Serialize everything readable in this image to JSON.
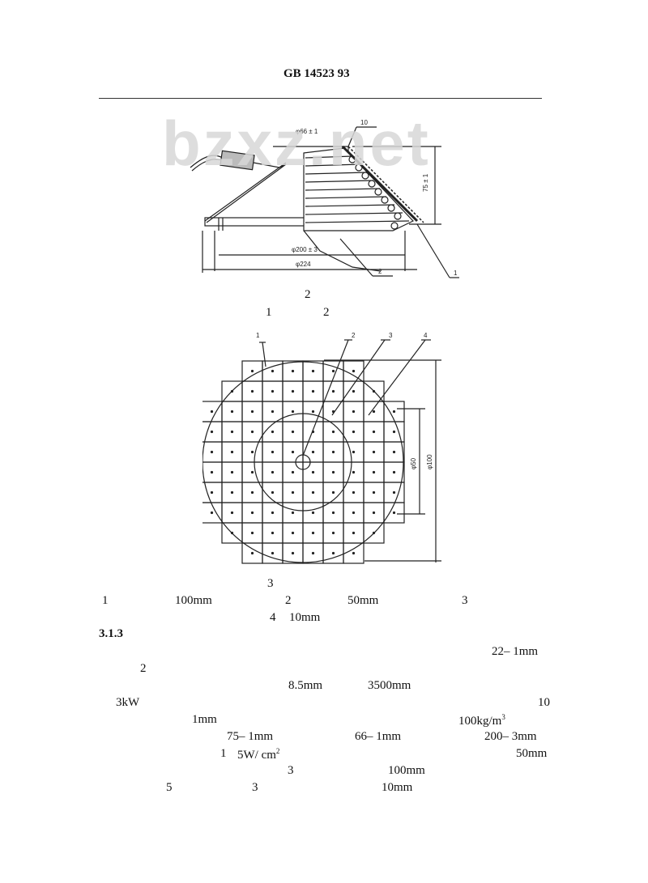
{
  "header": {
    "title": "GB 14523    93"
  },
  "watermark": "bzxz.net",
  "figure2": {
    "dim_top": "φ66 ± 1",
    "label_10": "10",
    "dim_height": "75 ± 1",
    "dim_d200": "φ200 ± 3",
    "dim_d224": "φ224",
    "label_2": "2",
    "label_1": "1",
    "caption_num": "2",
    "legend_1": "1",
    "legend_2": "2"
  },
  "figure3": {
    "callouts": [
      "1",
      "2",
      "3",
      "4"
    ],
    "dim_50": "φ50",
    "dim_100": "φ100",
    "caption_num": "3",
    "legend": [
      "1",
      "100mm",
      "2",
      "50mm",
      "3",
      "4",
      "10mm"
    ]
  },
  "section": {
    "number": "3.1.3",
    "lines": {
      "l1": "22– 1mm",
      "l2": "2",
      "l3a": "8.5mm",
      "l3b": "3500mm",
      "l4a": "3kW",
      "l4b": "10",
      "l5a": "1mm",
      "l5b": "100kg/m",
      "l5sup": "3",
      "l6a": "75– 1mm",
      "l6b": "66– 1mm",
      "l6c": "200– 3mm",
      "l7a": "1",
      "l7b": "5W/ cm",
      "l7sup": "2",
      "l7c": "50mm",
      "l8a": "3",
      "l8b": "100mm",
      "l9a": "5",
      "l9b": "3",
      "l9c": "10mm"
    }
  }
}
